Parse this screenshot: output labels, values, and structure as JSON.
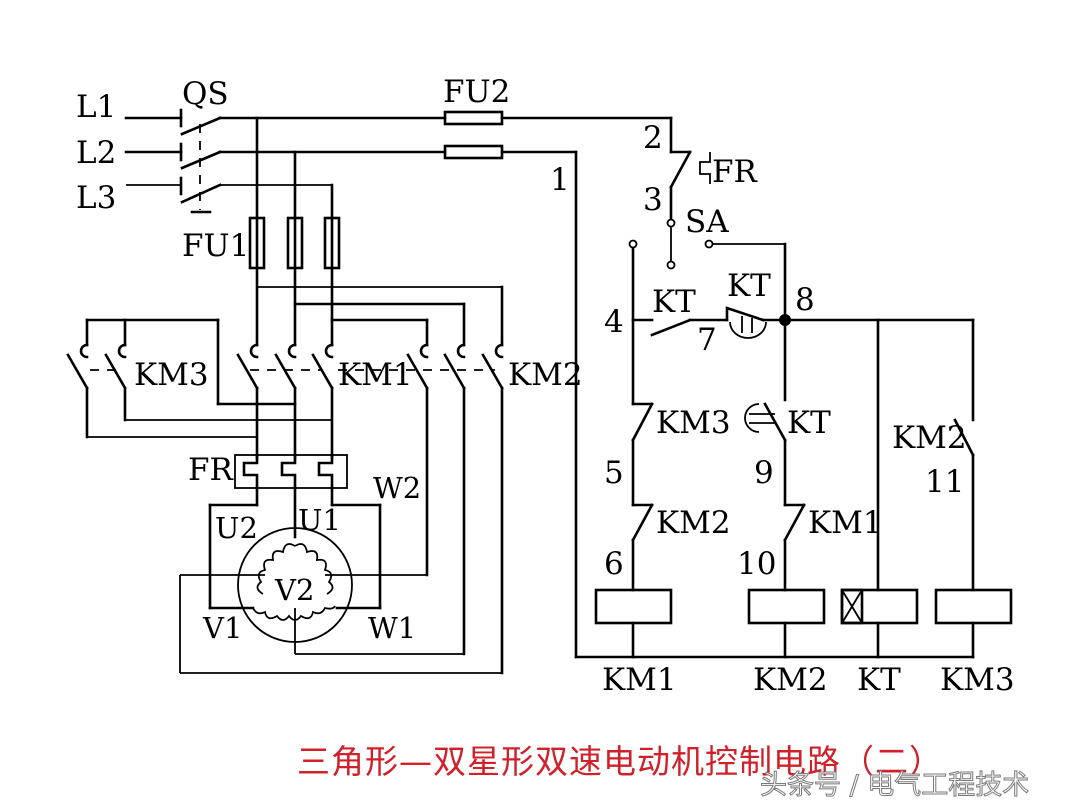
{
  "diagram": {
    "title": "三角形—双星形双速电动机控制电路（二）",
    "watermark": "头条号 / 电气工程技术",
    "title_color": "#d0202a",
    "line_color": "#000000",
    "supply": {
      "phases": [
        "L1",
        "L2",
        "L3"
      ],
      "main_switch": "QS",
      "main_fuses": "FU1",
      "control_fuses": "FU2"
    },
    "power_circuit": {
      "contactors": [
        "KM3",
        "KM1",
        "KM2"
      ],
      "thermal_relay": "FR",
      "motor_terminals": [
        "U1",
        "V1",
        "W1",
        "U2",
        "V2",
        "W2"
      ]
    },
    "control_circuit": {
      "nodes": [
        "1",
        "2",
        "3",
        "4",
        "5",
        "6",
        "7",
        "8",
        "9",
        "10",
        "11"
      ],
      "fr_contact": "FR",
      "selector_switch": "SA",
      "kt_contact_left": "KT",
      "kt_time_contact": "KT",
      "km3_nc": "KM3",
      "km2_nc": "KM2",
      "kt_delay_nc": "KT",
      "km1_nc": "KM1",
      "km2_no": "KM2",
      "coils": [
        "KM1",
        "KM2",
        "KT",
        "KM3"
      ]
    }
  }
}
